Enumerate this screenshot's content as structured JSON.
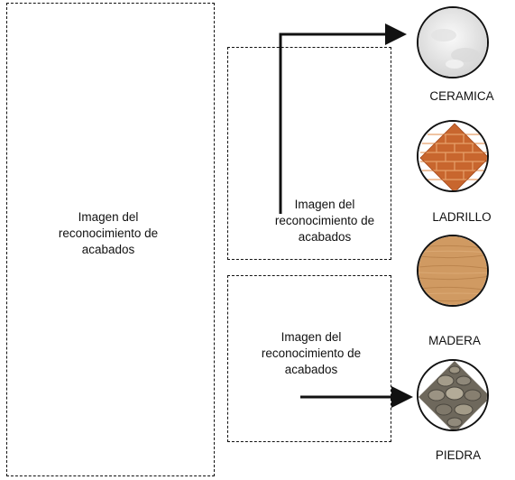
{
  "panels": {
    "large": {
      "lines": [
        "Imagen del",
        "reconocimiento de",
        "acabados"
      ]
    },
    "top": {
      "lines": [
        "Imagen del",
        "reconocimiento de",
        "acabados"
      ]
    },
    "bottom": {
      "lines": [
        "Imagen del",
        "reconocimiento de",
        "acabados"
      ]
    }
  },
  "materials": [
    {
      "label": "CERAMICA",
      "texture": "ceramic",
      "color": "#e6e6e6"
    },
    {
      "label": "LADRILLO",
      "texture": "brick",
      "color": "#c8662e"
    },
    {
      "label": "MADERA",
      "texture": "wood",
      "color": "#d09a62"
    },
    {
      "label": "PIEDRA",
      "texture": "stone",
      "color": "#8a8476"
    }
  ]
}
